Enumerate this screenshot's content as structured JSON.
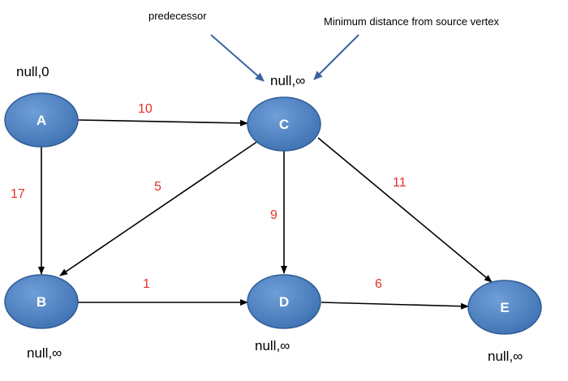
{
  "colors": {
    "node_fill": "#4f81bd",
    "node_stroke": "#2f5d94",
    "edge": "#000000",
    "weight_text": "#e8302a",
    "pointer_arrow": "#3a64a0"
  },
  "captions": {
    "predecessor": "predecessor",
    "min_distance": "Minimum distance from source vertex"
  },
  "nodes": {
    "A": {
      "label": "A",
      "annotation": "null,0"
    },
    "B": {
      "label": "B",
      "annotation": "null,∞"
    },
    "C": {
      "label": "C",
      "annotation": "null,∞"
    },
    "D": {
      "label": "D",
      "annotation": "null,∞"
    },
    "E": {
      "label": "E",
      "annotation": "null,∞"
    }
  },
  "edges": [
    {
      "from": "A",
      "to": "C",
      "weight": "10"
    },
    {
      "from": "A",
      "to": "B",
      "weight": "17"
    },
    {
      "from": "C",
      "to": "B",
      "weight": "5"
    },
    {
      "from": "C",
      "to": "D",
      "weight": "9"
    },
    {
      "from": "C",
      "to": "E",
      "weight": "11"
    },
    {
      "from": "B",
      "to": "D",
      "weight": "1"
    },
    {
      "from": "D",
      "to": "E",
      "weight": "6"
    }
  ]
}
